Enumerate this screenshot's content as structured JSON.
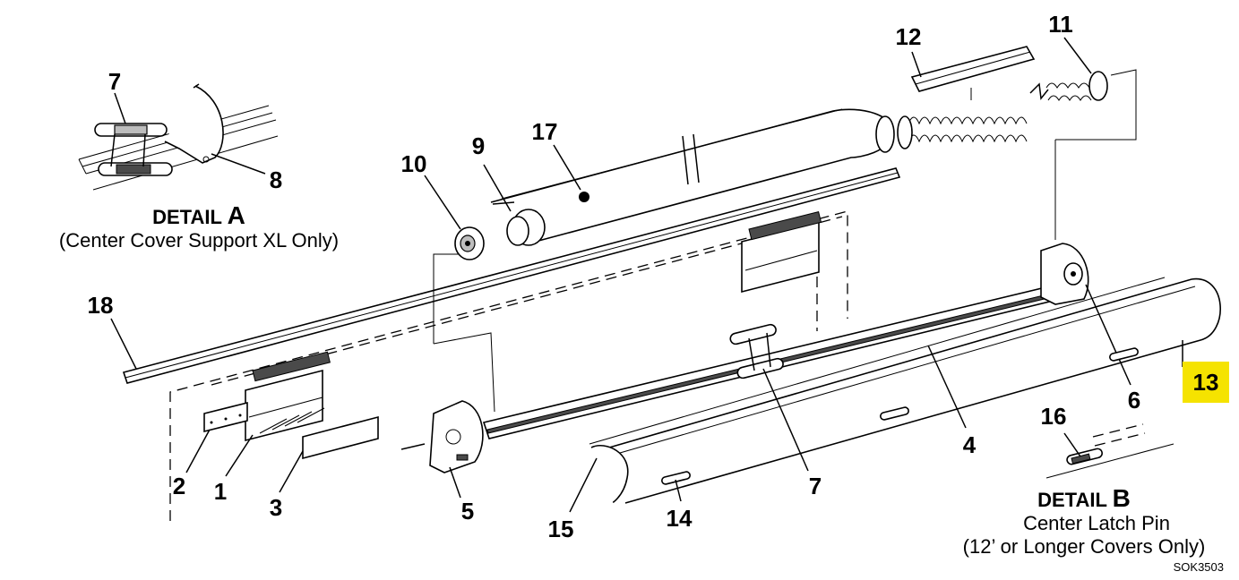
{
  "callouts": [
    {
      "id": "c1",
      "label": "1"
    },
    {
      "id": "c2",
      "label": "2"
    },
    {
      "id": "c3",
      "label": "3"
    },
    {
      "id": "c4",
      "label": "4"
    },
    {
      "id": "c5",
      "label": "5"
    },
    {
      "id": "c6",
      "label": "6"
    },
    {
      "id": "c7a",
      "label": "7"
    },
    {
      "id": "c7b",
      "label": "7"
    },
    {
      "id": "c8",
      "label": "8"
    },
    {
      "id": "c9",
      "label": "9"
    },
    {
      "id": "c10",
      "label": "10"
    },
    {
      "id": "c11",
      "label": "11"
    },
    {
      "id": "c12",
      "label": "12"
    },
    {
      "id": "c13",
      "label": "13"
    },
    {
      "id": "c14",
      "label": "14"
    },
    {
      "id": "c15",
      "label": "15"
    },
    {
      "id": "c16",
      "label": "16"
    },
    {
      "id": "c17",
      "label": "17"
    },
    {
      "id": "c18",
      "label": "18"
    }
  ],
  "detail_a": {
    "title_word": "DETAIL ",
    "title_letter": "A",
    "subtitle": "(Center Cover Support XL Only)"
  },
  "detail_b": {
    "title_word": "DETAIL ",
    "title_letter": "B",
    "line1": "Center Latch Pin",
    "line2": "(12’ or Longer Covers Only)"
  },
  "drawing_id": "SOK3503",
  "highlight": {
    "callout": "13",
    "color": "#f5e300"
  }
}
